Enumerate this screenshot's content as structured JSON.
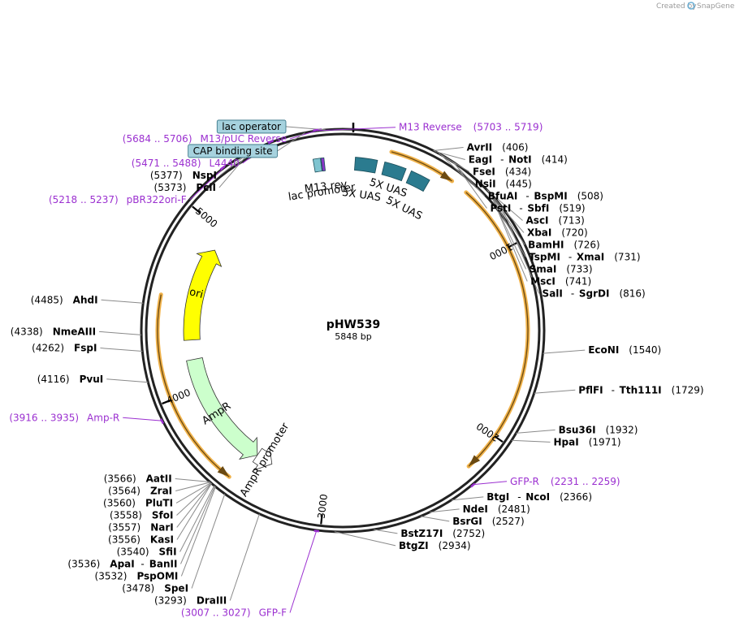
{
  "credit": {
    "text": "Created by",
    "brand": "SnapGene"
  },
  "plasmid": {
    "name": "pHW539",
    "length": "5848 bp",
    "total_bp": 5848
  },
  "ticks": [
    {
      "bp": 1000,
      "label": "1000"
    },
    {
      "bp": 2000,
      "label": "2000"
    },
    {
      "bp": 3000,
      "label": "3000"
    },
    {
      "bp": 4000,
      "label": "4000"
    },
    {
      "bp": 5000,
      "label": "5000"
    }
  ],
  "enzymes_right": [
    {
      "names": [
        "AvrII"
      ],
      "pos": "(406)",
      "bp": 406
    },
    {
      "names": [
        "EagI",
        "NotI"
      ],
      "pos": "(414)",
      "bp": 414
    },
    {
      "names": [
        "FseI"
      ],
      "pos": "(434)",
      "bp": 434
    },
    {
      "names": [
        "NsiI"
      ],
      "pos": "(445)",
      "bp": 445
    },
    {
      "names": [
        "BfuAI",
        "BspMI"
      ],
      "pos": "(508)",
      "bp": 508
    },
    {
      "names": [
        "PstI",
        "SbfI"
      ],
      "pos": "(519)",
      "bp": 519
    },
    {
      "names": [
        "AscI"
      ],
      "pos": "(713)",
      "bp": 713
    },
    {
      "names": [
        "XbaI"
      ],
      "pos": "(720)",
      "bp": 720
    },
    {
      "names": [
        "BamHI"
      ],
      "pos": "(726)",
      "bp": 726
    },
    {
      "names": [
        "TspMI",
        "XmaI"
      ],
      "pos": "(731)",
      "bp": 731
    },
    {
      "names": [
        "SmaI"
      ],
      "pos": "(733)",
      "bp": 733
    },
    {
      "names": [
        "MscI"
      ],
      "pos": "(741)",
      "bp": 741
    },
    {
      "names": [
        "SalI",
        "SgrDI"
      ],
      "pos": "(816)",
      "bp": 816
    },
    {
      "names": [
        "EcoNI"
      ],
      "pos": "(1540)",
      "bp": 1540
    },
    {
      "names": [
        "PflFI",
        "Tth111I"
      ],
      "pos": "(1729)",
      "bp": 1729
    },
    {
      "names": [
        "Bsu36I"
      ],
      "pos": "(1932)",
      "bp": 1932
    },
    {
      "names": [
        "HpaI"
      ],
      "pos": "(1971)",
      "bp": 1971
    },
    {
      "names": [
        "BtgI",
        "NcoI"
      ],
      "pos": "(2366)",
      "bp": 2366
    },
    {
      "names": [
        "NdeI"
      ],
      "pos": "(2481)",
      "bp": 2481
    },
    {
      "names": [
        "BsrGI"
      ],
      "pos": "(2527)",
      "bp": 2527
    },
    {
      "names": [
        "BstZ17I"
      ],
      "pos": "(2752)",
      "bp": 2752
    },
    {
      "names": [
        "BtgZI"
      ],
      "pos": "(2934)",
      "bp": 2934
    }
  ],
  "enzymes_left": [
    {
      "names": [
        "DraIII"
      ],
      "pos": "(3293)",
      "bp": 3293
    },
    {
      "names": [
        "SpeI"
      ],
      "pos": "(3478)",
      "bp": 3478
    },
    {
      "names": [
        "PspOMI"
      ],
      "pos": "(3532)",
      "bp": 3532
    },
    {
      "names": [
        "ApaI",
        "BanII"
      ],
      "pos": "(3536)",
      "bp": 3536
    },
    {
      "names": [
        "SfiI"
      ],
      "pos": "(3540)",
      "bp": 3540
    },
    {
      "names": [
        "KasI"
      ],
      "pos": "(3556)",
      "bp": 3556
    },
    {
      "names": [
        "NarI"
      ],
      "pos": "(3557)",
      "bp": 3557
    },
    {
      "names": [
        "SfoI"
      ],
      "pos": "(3558)",
      "bp": 3558
    },
    {
      "names": [
        "PluTI"
      ],
      "pos": "(3560)",
      "bp": 3560
    },
    {
      "names": [
        "ZraI"
      ],
      "pos": "(3564)",
      "bp": 3564
    },
    {
      "names": [
        "AatII"
      ],
      "pos": "(3566)",
      "bp": 3566
    },
    {
      "names": [
        "PvuI"
      ],
      "pos": "(4116)",
      "bp": 4116
    },
    {
      "names": [
        "FspI"
      ],
      "pos": "(4262)",
      "bp": 4262
    },
    {
      "names": [
        "NmeAIII"
      ],
      "pos": "(4338)",
      "bp": 4338
    },
    {
      "names": [
        "AhdI"
      ],
      "pos": "(4485)",
      "bp": 4485
    },
    {
      "names": [
        "PciI"
      ],
      "pos": "(5373)",
      "bp": 5373
    },
    {
      "names": [
        "NspI"
      ],
      "pos": "(5377)",
      "bp": 5377
    }
  ],
  "primers": [
    {
      "name": "M13 Reverse",
      "range": "(5703 .. 5719)",
      "side": "right",
      "bp": 5711
    },
    {
      "name": "M13/pUC Reverse",
      "range": "(5684 .. 5706)",
      "side": "left",
      "bp": 5695
    },
    {
      "name": "L4440",
      "range": "(5471 .. 5488)",
      "side": "left",
      "bp": 5480
    },
    {
      "name": "pBR322ori-F",
      "range": "(5218 .. 5237)",
      "side": "left",
      "bp": 5228
    },
    {
      "name": "GFP-R",
      "range": "(2231 .. 2259)",
      "side": "right",
      "bp": 2245
    },
    {
      "name": "GFP-F",
      "range": "(3007 .. 3027)",
      "side": "left",
      "bp": 3017
    },
    {
      "name": "Amp-R",
      "range": "(3916 .. 3935)",
      "side": "left",
      "bp": 3925
    }
  ],
  "boxed_labels": [
    {
      "text": "lac operator",
      "bp": 5740
    },
    {
      "text": "CAP binding site",
      "bp": 5645
    }
  ],
  "features": [
    {
      "name": "ori",
      "start": 4300,
      "end": 4880,
      "color": "#ffff00",
      "direction": "cw"
    },
    {
      "name": "AmpR",
      "start": 3455,
      "end": 4180,
      "color": "#ccffcc",
      "direction": "ccw"
    },
    {
      "name": "AmpR promoter",
      "start": 3350,
      "end": 3455,
      "color": "#ffffff",
      "direction": "ccw"
    },
    {
      "name": "lac promoter",
      "start": 5660,
      "end": 5700,
      "color": "#7fc4d0"
    },
    {
      "name": "M13 rev",
      "start": 5703,
      "end": 5719,
      "color": "#8a35c7"
    },
    {
      "name": "5X UAS",
      "start": 40,
      "end": 160,
      "color": "#2b7b8f"
    },
    {
      "name": "5X UAS",
      "start": 200,
      "end": 320,
      "color": "#2b7b8f"
    },
    {
      "name": "5X UAS",
      "start": 350,
      "end": 460,
      "color": "#2b7b8f"
    }
  ],
  "orf_arcs": [
    {
      "start": 220,
      "end": 560,
      "direction": "cw"
    },
    {
      "start": 650,
      "end": 2200,
      "direction": "cw"
    },
    {
      "start": 3510,
      "end": 4540,
      "direction": "ccw"
    }
  ],
  "colors": {
    "primer": "#9b30d0",
    "orf_outline": "#f0b24a",
    "box_fill": "#a6d2de",
    "box_stroke": "#2f6f80"
  }
}
